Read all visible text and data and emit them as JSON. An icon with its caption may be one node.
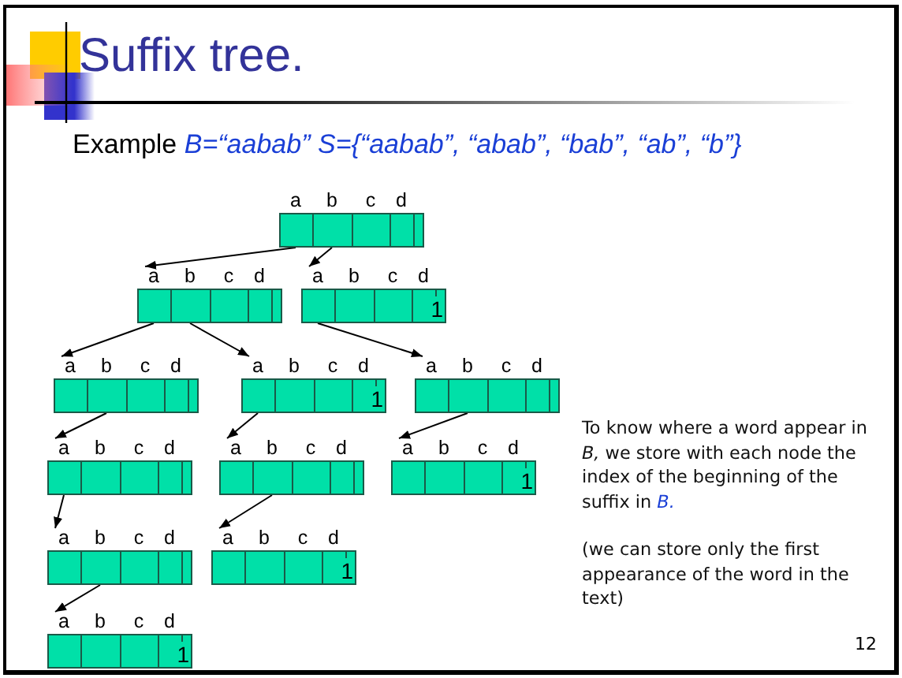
{
  "diagram": {
    "title": "Suffix tree.",
    "nodes": [
      {
        "text": [
          "a",
          "b",
          "c",
          "d"
        ]
      },
      {
        "text": [
          "a",
          "b",
          "c",
          "d"
        ]
      },
      {
        "text": [
          "a",
          "b",
          "c",
          "d",
          "1"
        ]
      },
      {
        "text": [
          "a",
          "b",
          "c",
          "d"
        ]
      },
      {
        "text": [
          "a",
          "b",
          "c",
          "d",
          "1"
        ]
      },
      {
        "text": [
          "a",
          "b",
          "c",
          "d"
        ]
      },
      {
        "text": [
          "a",
          "b",
          "c",
          "d"
        ]
      },
      {
        "text": [
          "a",
          "b",
          "c",
          "d"
        ]
      },
      {
        "text": [
          "a",
          "b",
          "c",
          "d",
          "1"
        ]
      },
      {
        "text": [
          "a",
          "b",
          "c",
          "d"
        ]
      },
      {
        "text": [
          "a",
          "b",
          "c",
          "d",
          "1"
        ]
      },
      {
        "text": [
          "a",
          "b",
          "c",
          "d",
          "1"
        ]
      }
    ],
    "edges": [
      {
        "from": 0,
        "to": 1,
        "arrow": "to"
      },
      {
        "from": 0,
        "to": 2,
        "arrow": "to"
      },
      {
        "from": 1,
        "to": 3,
        "arrow": "to"
      },
      {
        "from": 1,
        "to": 4,
        "arrow": "to"
      },
      {
        "from": 2,
        "to": 5,
        "arrow": "to"
      },
      {
        "from": 3,
        "to": 6,
        "arrow": "to"
      },
      {
        "from": 4,
        "to": 7,
        "arrow": "to"
      },
      {
        "from": 5,
        "to": 8,
        "arrow": "to"
      },
      {
        "from": 6,
        "to": 9,
        "arrow": "to"
      },
      {
        "from": 7,
        "to": 10,
        "arrow": "to"
      },
      {
        "from": 9,
        "to": 11,
        "arrow": "to"
      }
    ],
    "labels": [
      "Example *B=“aabab”*  *S={“aabab”, “abab”, “bab”, “ab”, “b”}*",
      "To know where a word appear in *B,* we store with each node the index of the beginning of the suffix in *B.*",
      "(we can store only the first appearance of the word in the text)",
      "12"
    ]
  }
}
